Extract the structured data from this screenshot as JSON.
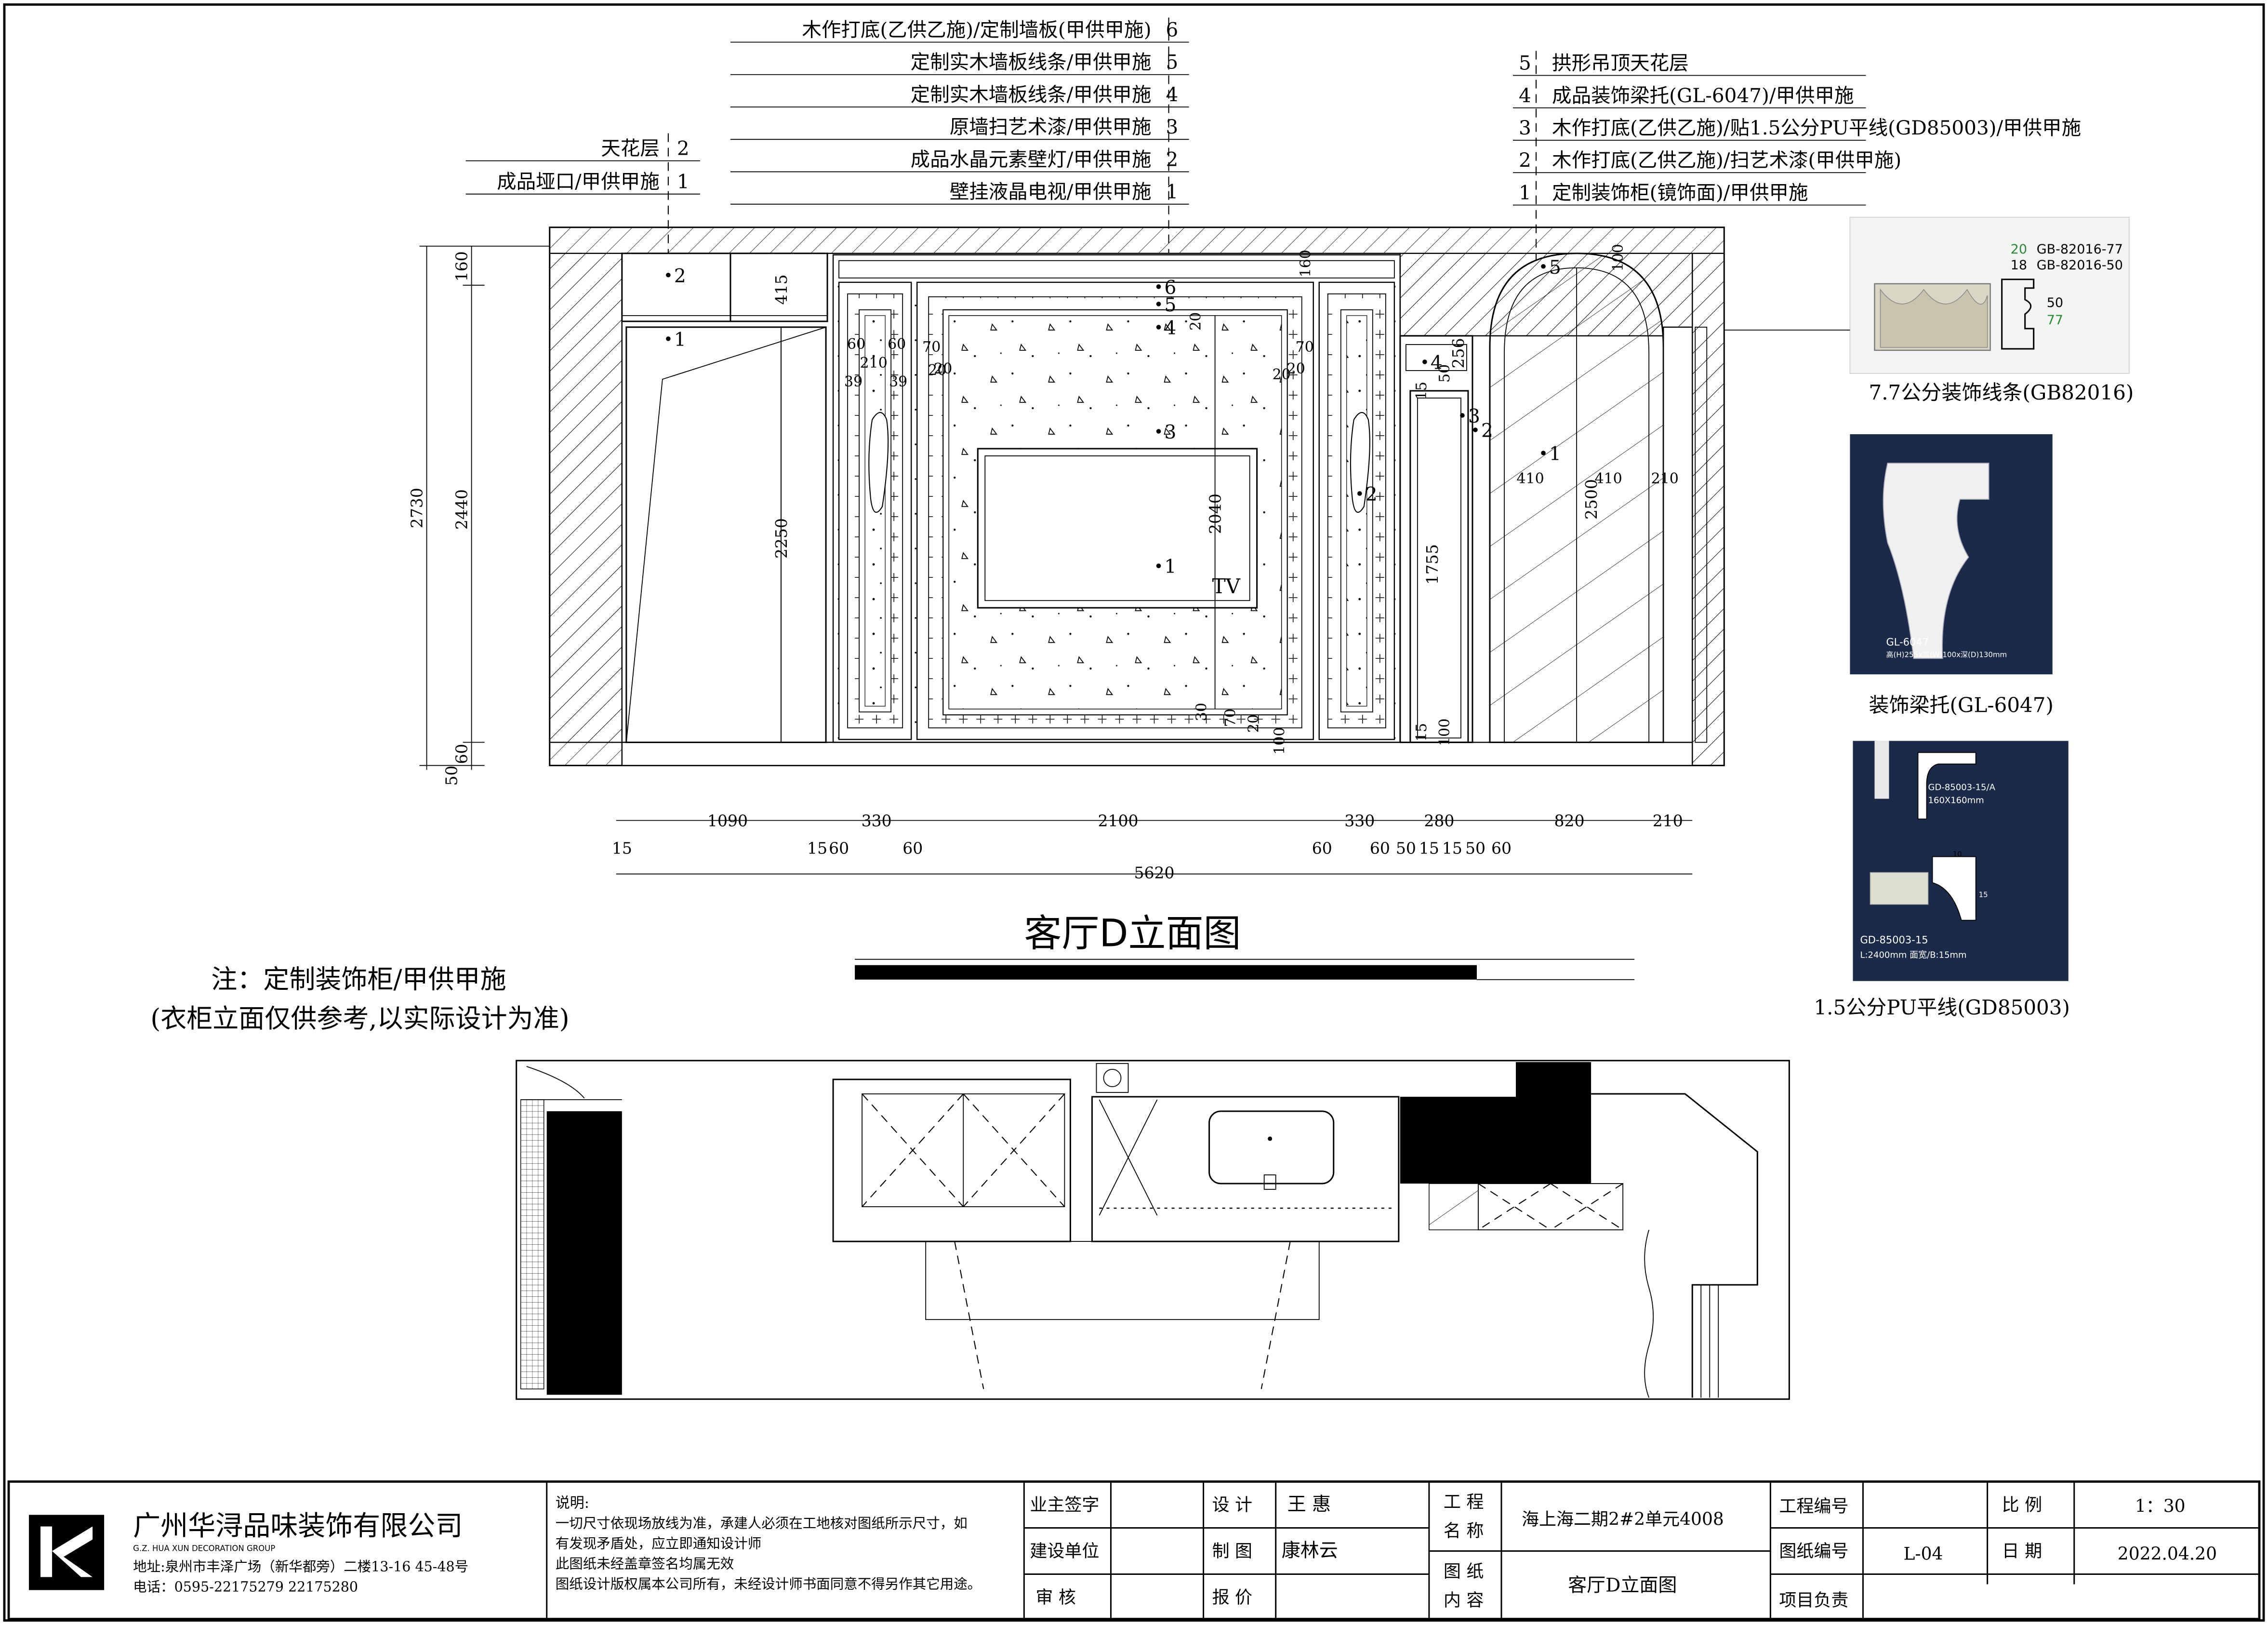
{
  "drawing_title": "客厅D立面图",
  "left_labels": [
    {
      "num": "2",
      "text": "天花层"
    },
    {
      "num": "1",
      "text": "成品垭口/甲供甲施"
    }
  ],
  "center_labels": [
    {
      "num": "6",
      "text": "木作打底(乙供乙施)/定制墙板(甲供甲施)"
    },
    {
      "num": "5",
      "text": "定制实木墙板线条/甲供甲施"
    },
    {
      "num": "4",
      "text": "定制实木墙板线条/甲供甲施"
    },
    {
      "num": "3",
      "text": "原墙扫艺术漆/甲供甲施"
    },
    {
      "num": "2",
      "text": "成品水晶元素壁灯/甲供甲施"
    },
    {
      "num": "1",
      "text": "壁挂液晶电视/甲供甲施"
    }
  ],
  "right_labels": [
    {
      "num": "5",
      "text": "拱形吊顶天花层"
    },
    {
      "num": "4",
      "text": "成品装饰梁托(GL-6047)/甲供甲施"
    },
    {
      "num": "3",
      "text": "木作打底(乙供乙施)/贴1.5公分PU平线(GD85003)/甲供甲施"
    },
    {
      "num": "2",
      "text": "木作打底(乙供乙施)/扫艺术漆(甲供甲施)"
    },
    {
      "num": "1",
      "text": "定制装饰柜(镜饰面)/甲供甲施"
    }
  ],
  "vertical_dims": [
    "2730",
    "160",
    "2440",
    "60",
    "50"
  ],
  "inner_dims": [
    "415",
    "2250",
    "2040",
    "1755",
    "2500",
    "256"
  ],
  "bottom_dims_top": [
    "1090",
    "330",
    "2100",
    "330",
    "280",
    "820",
    "210"
  ],
  "bottom_dims_small": [
    "15",
    "15",
    "60",
    "60",
    "60",
    "60",
    "50",
    "15",
    "15",
    "50",
    "60"
  ],
  "total_width": "5620",
  "small_dims": [
    "60",
    "60",
    "210",
    "39",
    "20",
    "20",
    "39",
    "70",
    "20",
    "70",
    "20",
    "20",
    "30",
    "70",
    "20",
    "100",
    "160",
    "410",
    "410",
    "210",
    "100",
    "50",
    "15",
    "100",
    "15"
  ],
  "tv_label": "TV",
  "markers_left": [
    "2",
    "1"
  ],
  "markers_center": [
    "6",
    "5",
    "4",
    "3",
    "1",
    "2"
  ],
  "markers_right": [
    "4",
    "5",
    "3",
    "2",
    "1"
  ],
  "note_line1": "注：定制装饰柜/甲供甲施",
  "note_line2": "(衣柜立面仅供参考,以实际设计为准)",
  "samples": [
    {
      "caption": "7.7公分装饰线条(GB82016)",
      "code1": "GB-82016-77",
      "code2": "GB-82016-50",
      "num1": "20",
      "num2": "18",
      "num3": "50",
      "num4": "77"
    },
    {
      "caption": "装饰梁托(GL-6047)",
      "code1": "GL-6047",
      "code2": "高(H)255x宽(W)100x深(D)130mm"
    },
    {
      "caption": "1.5公分PU平线(GD85003)",
      "code1": "GD-85003-15/A",
      "code2": "160X160mm",
      "code3": "GD-85003-15",
      "code4": "L:2400mm 面宽/B:15mm",
      "num1": "10",
      "num2": "15"
    }
  ],
  "title_block": {
    "company": "广州华浔品味装饰有限公司",
    "company_en": "G.Z.  HUA  XUN  DECORATION  GROUP",
    "address": "地址:泉州市丰泽广场（新华都旁）二楼13-16 45-48号",
    "phone": "电话：0595-22175279  22175280",
    "notes_title": "说明:",
    "notes": [
      "一切尺寸依现场放线为准，承建人必须在工地核对图纸所示尺寸，如",
      "有发现矛盾处，应立即通知设计师",
      "此图纸未经盖章签名均属无效",
      "图纸设计版权属本公司所有，未经设计师书面同意不得另作其它用途。"
    ],
    "owner_sign": "业主签字",
    "build_unit": "建设单位",
    "review": "审   核",
    "design_label": "设   计",
    "designer": "王 惠",
    "draw_label": "制   图",
    "drafter": "康林云",
    "price_label": "报   价",
    "project_name_label1": "工 程",
    "project_name_label2": "名 称",
    "project_name": "海上海二期2#2单元4008",
    "content_label1": "图 纸",
    "content_label2": "内 容",
    "content": "客厅D立面图",
    "project_no_label": "工程编号",
    "drawing_no_label": "图纸编号",
    "drawing_no": "L-04",
    "lead_label": "项目负责",
    "scale_label": "比   例",
    "scale": "1：30",
    "date_label": "日   期",
    "date": "2022.04.20"
  }
}
